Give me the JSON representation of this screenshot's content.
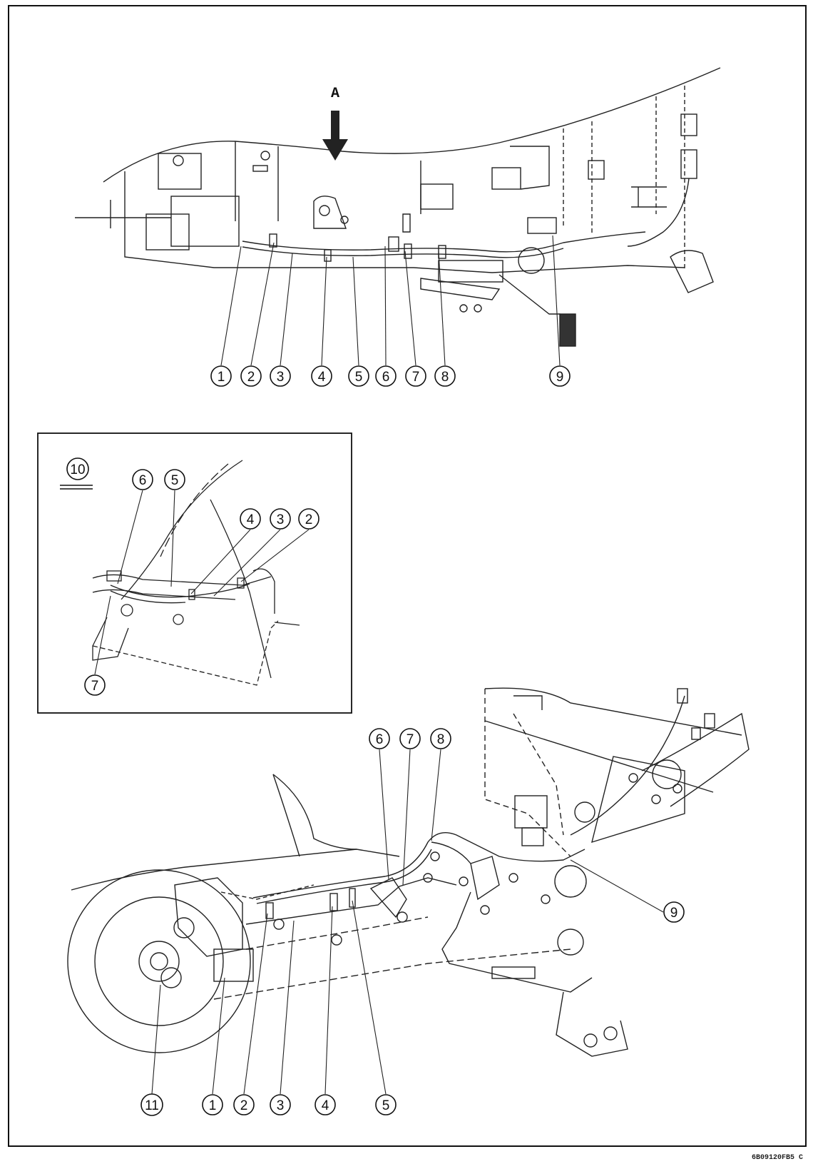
{
  "view_marker": "A",
  "drawing_code": "6B09120FB5 C",
  "inset_label": "10",
  "top_callouts": [
    "1",
    "2",
    "3",
    "4",
    "5",
    "6",
    "7",
    "8",
    "9"
  ],
  "inset_callouts": [
    "6",
    "5",
    "4",
    "3",
    "2",
    "7"
  ],
  "bottom_callouts": [
    "6",
    "7",
    "8",
    "9",
    "11",
    "1",
    "2",
    "3",
    "4",
    "5"
  ]
}
